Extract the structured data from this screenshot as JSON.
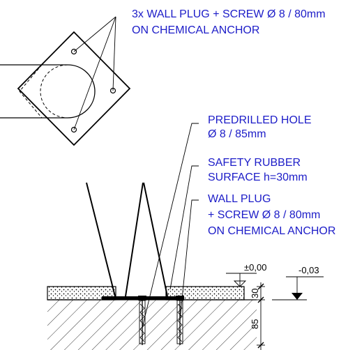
{
  "colors": {
    "label": "#1c1cc8",
    "line": "#000000",
    "background": "#ffffff"
  },
  "labels": {
    "anchor_top": [
      "3x WALL PLUG + SCREW Ø 8 / 80mm",
      "ON CHEMICAL ANCHOR"
    ],
    "predrilled": [
      "PREDRILLED HOLE",
      "Ø 8 / 85mm"
    ],
    "rubber": [
      "SAFETY RUBBER",
      "SURFACE h=30mm"
    ],
    "wall_plug": [
      "WALL PLUG",
      "+ SCREW Ø 8 / 80mm",
      "ON CHEMICAL ANCHOR"
    ]
  },
  "dimensions": {
    "level_zero": "±0,00",
    "level_minus": "-0,03",
    "rubber_thickness": "30",
    "hole_depth": "85"
  }
}
